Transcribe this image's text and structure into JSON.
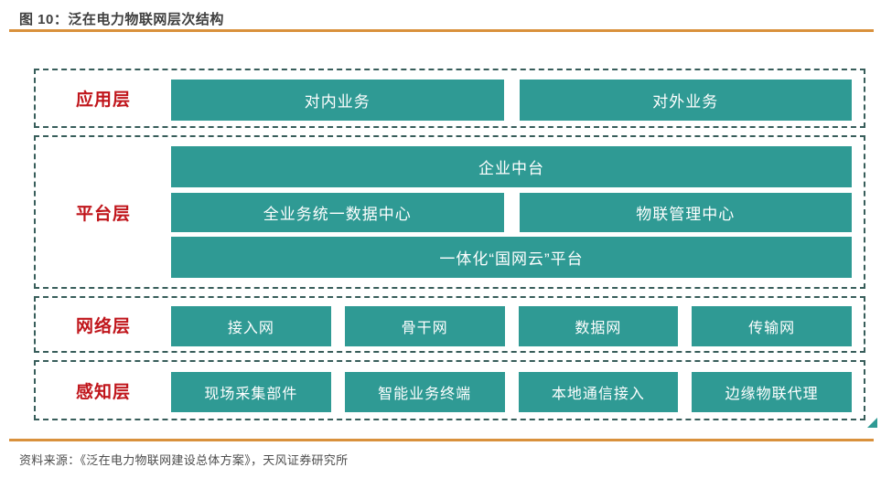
{
  "figure": {
    "title": "图 10：泛在电力物联网层次结构",
    "source": "资料来源：《泛在电力物联网建设总体方案》，天风证券研究所"
  },
  "colors": {
    "teal_box": "#2f9a94",
    "dashed_border": "#375d5a",
    "label_red": "#c0151b",
    "rule_orange": "#d9913c",
    "title_gray": "#3f3f3f",
    "source_gray": "#4d4d4d"
  },
  "layers": [
    {
      "label": "应用层",
      "rows": [
        [
          "对内业务",
          "对外业务"
        ]
      ]
    },
    {
      "label": "平台层",
      "rows": [
        [
          "企业中台"
        ],
        [
          "全业务统一数据中心",
          "物联管理中心"
        ],
        [
          "一体化“国网云”平台"
        ]
      ]
    },
    {
      "label": "网络层",
      "rows": [
        [
          "接入网",
          "骨干网",
          "数据网",
          "传输网"
        ]
      ]
    },
    {
      "label": "感知层",
      "rows": [
        [
          "现场采集部件",
          "智能业务终端",
          "本地通信接入",
          "边缘物联代理"
        ]
      ]
    }
  ]
}
